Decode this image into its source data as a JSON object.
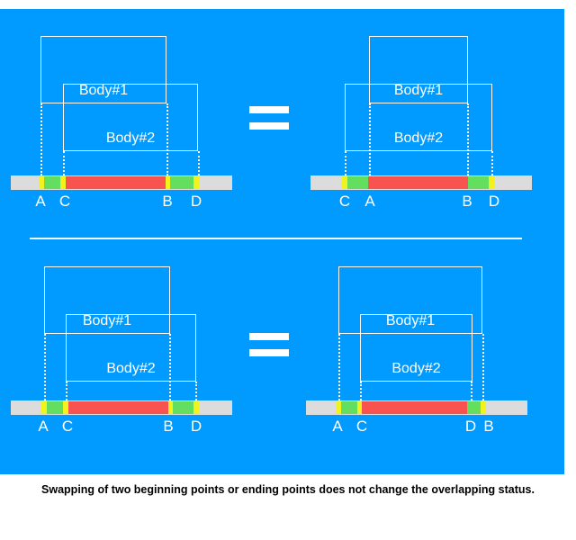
{
  "figure": {
    "background_color": "#019BFF",
    "page_color": "#ffffff",
    "caption": "Swapping of two beginning points or ending points does not change the overlapping status.",
    "equals_symbol": "=",
    "colors": {
      "panel_blue": "#019BFF",
      "bar_gray": "#dcdcdc",
      "marker_yellow": "#F2F21C",
      "segment_green": "#63DE5E",
      "segment_red": "#F9534F",
      "stroke_white": "#ffffff",
      "caption_black": "#000000"
    }
  },
  "panels": [
    {
      "id": "top-left",
      "body1_label": "Body#1",
      "body2_label": "Body#2",
      "point_labels": [
        "A",
        "C",
        "B",
        "D"
      ],
      "point_order": "A C B D",
      "segments": [
        {
          "kind": "yellow",
          "point": "A"
        },
        {
          "kind": "green",
          "point": "A-C"
        },
        {
          "kind": "yellow",
          "point": "C"
        },
        {
          "kind": "red",
          "point": "C-B"
        },
        {
          "kind": "green",
          "point": "B-D"
        },
        {
          "kind": "yellow",
          "point": "D"
        }
      ]
    },
    {
      "id": "top-right",
      "body1_label": "Body#1",
      "body2_label": "Body#2",
      "point_labels": [
        "C",
        "A",
        "B",
        "D"
      ],
      "point_order": "C A B D",
      "segments": [
        {
          "kind": "yellow",
          "point": "C"
        },
        {
          "kind": "green",
          "point": "C-A"
        },
        {
          "kind": "red",
          "point": "A-B"
        },
        {
          "kind": "green",
          "point": "B-D"
        },
        {
          "kind": "yellow",
          "point": "D"
        }
      ]
    },
    {
      "id": "bottom-left",
      "body1_label": "Body#1",
      "body2_label": "Body#2",
      "point_labels": [
        "A",
        "C",
        "B",
        "D"
      ],
      "point_order": "A C B D",
      "segments": [
        {
          "kind": "yellow",
          "point": "A"
        },
        {
          "kind": "green",
          "point": "A-C"
        },
        {
          "kind": "yellow",
          "point": "C"
        },
        {
          "kind": "red",
          "point": "C-B"
        },
        {
          "kind": "green",
          "point": "B-D"
        },
        {
          "kind": "yellow",
          "point": "D"
        }
      ]
    },
    {
      "id": "bottom-right",
      "body1_label": "Body#1",
      "body2_label": "Body#2",
      "point_labels": [
        "A",
        "C",
        "D",
        "B"
      ],
      "point_order": "A C D B",
      "segments": [
        {
          "kind": "yellow",
          "point": "A"
        },
        {
          "kind": "green",
          "point": "A-C"
        },
        {
          "kind": "yellow",
          "point": "C"
        },
        {
          "kind": "red",
          "point": "C-D"
        },
        {
          "kind": "green",
          "point": "D-B"
        },
        {
          "kind": "yellow",
          "point": "B"
        }
      ]
    }
  ]
}
